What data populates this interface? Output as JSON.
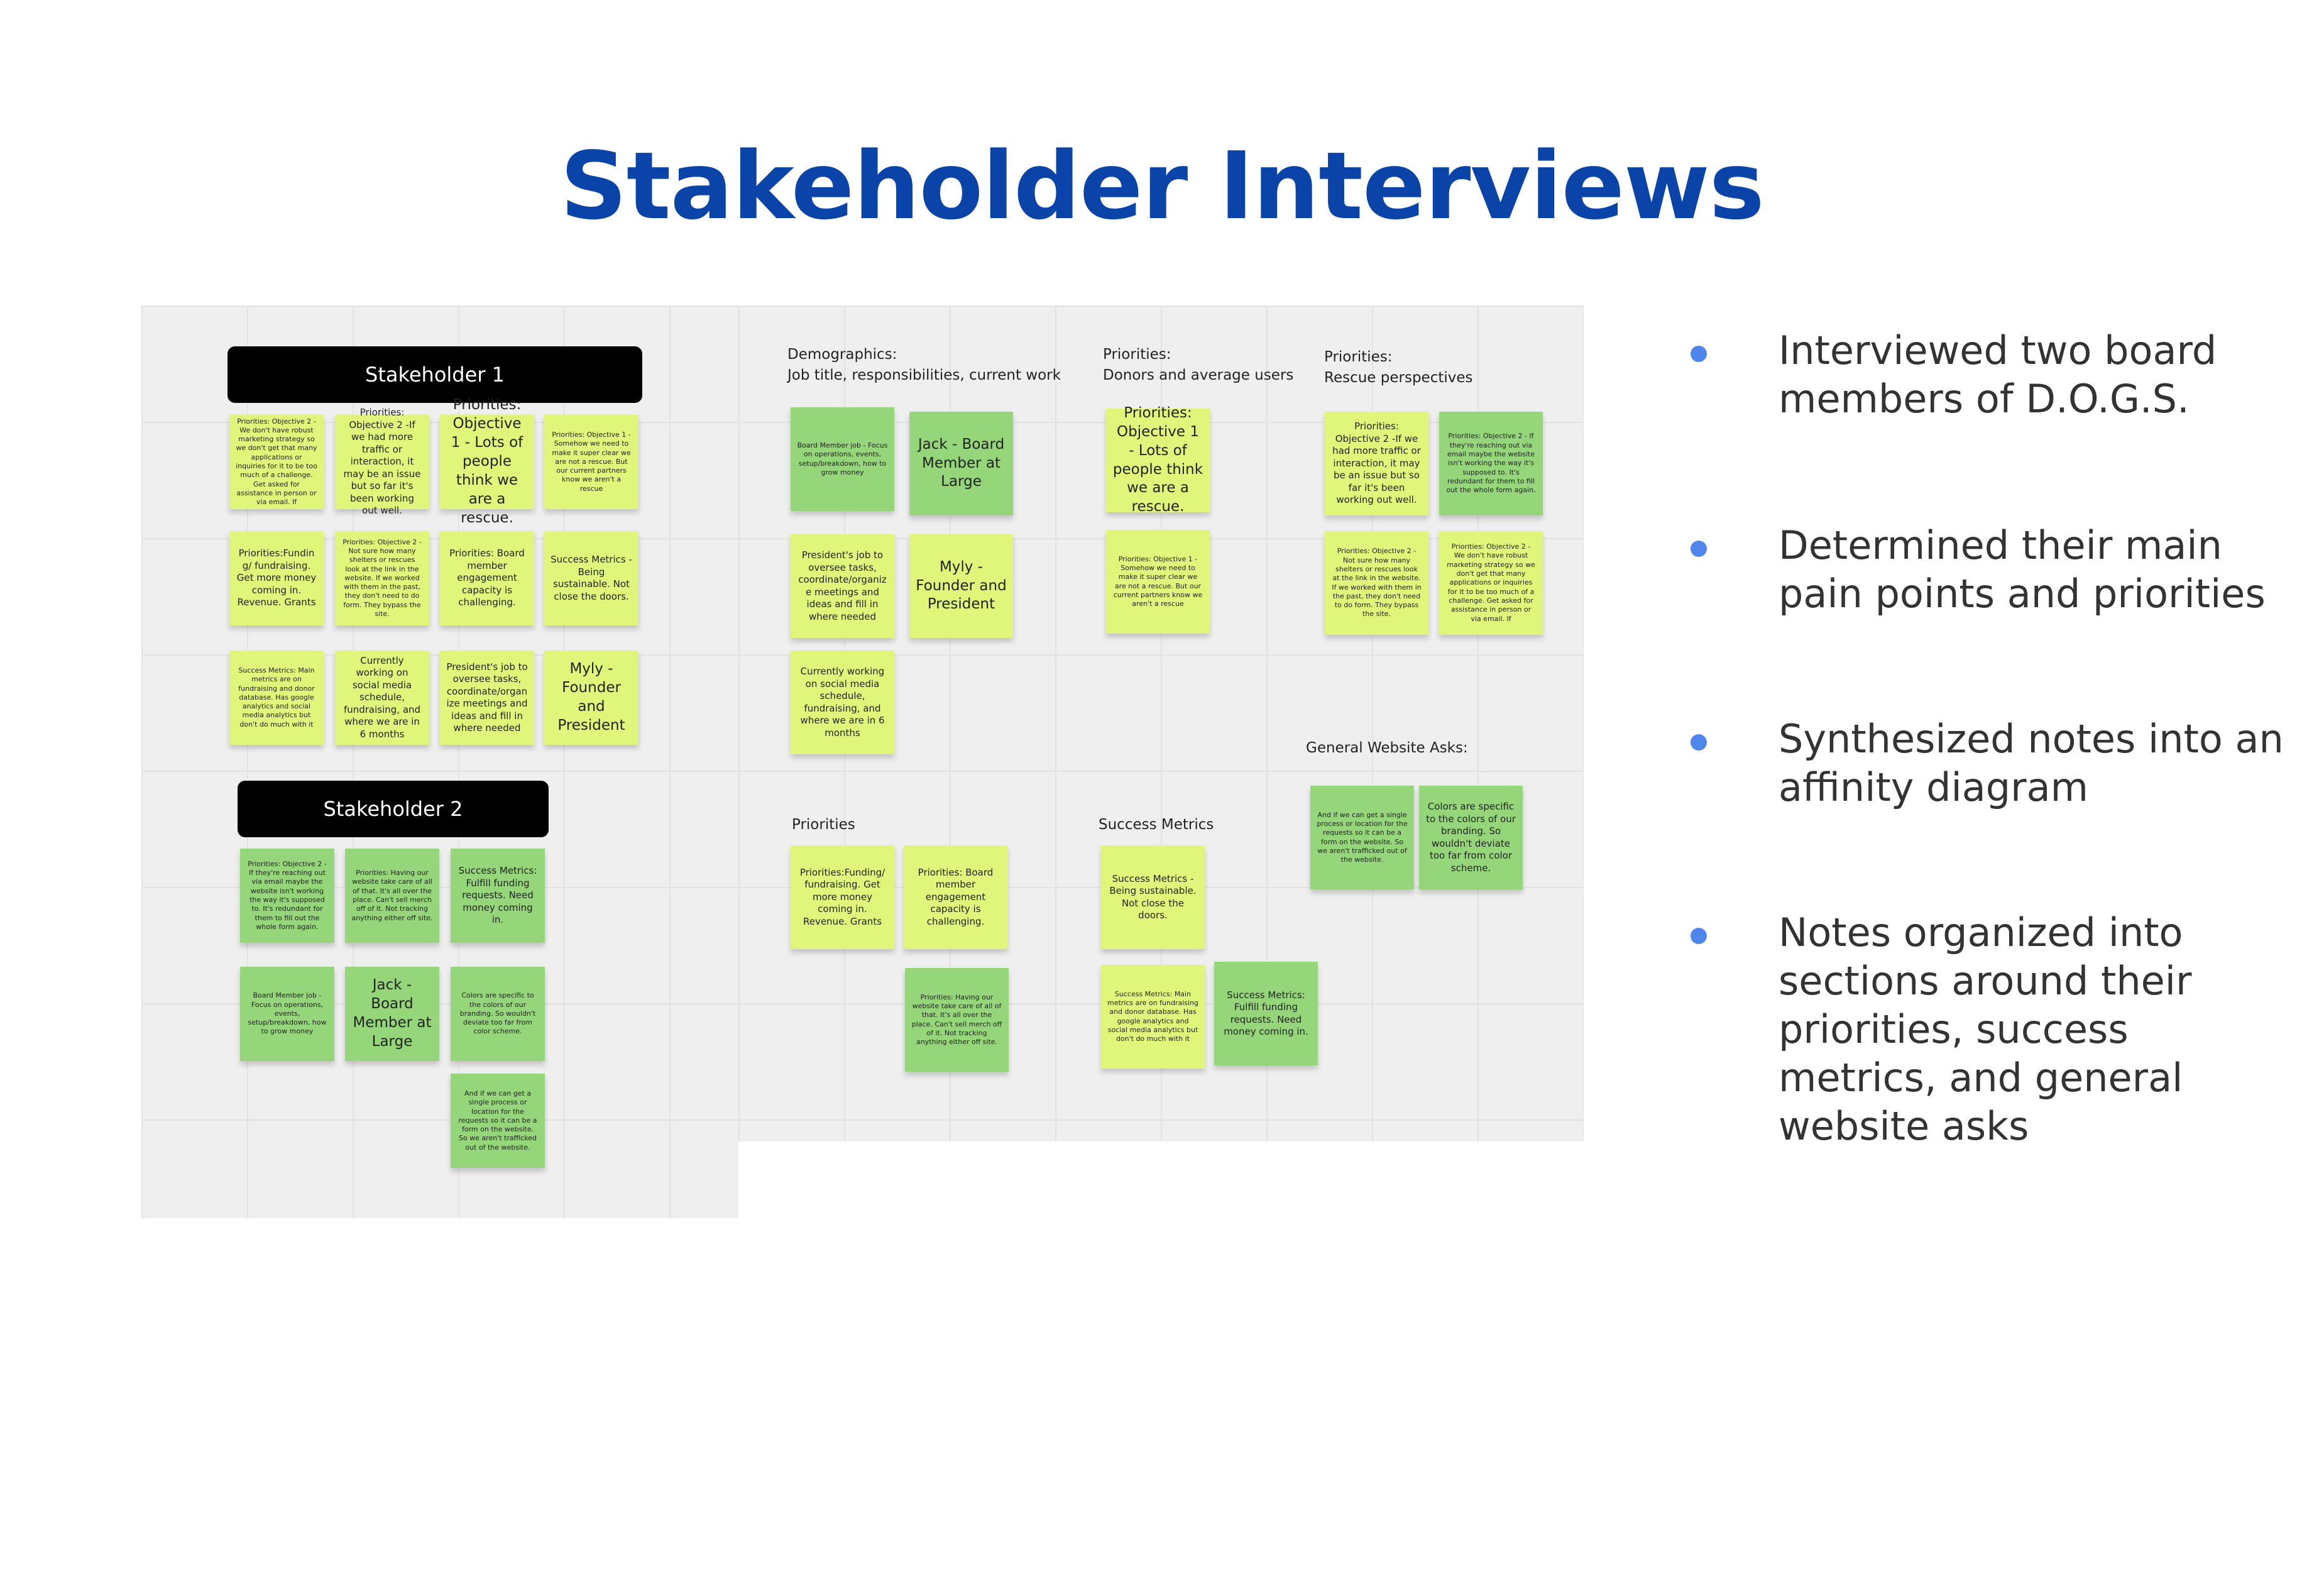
{
  "slide": {
    "title": "Stakeholder Interviews"
  },
  "board": {
    "headers": {
      "stakeholder1": "Stakeholder 1",
      "stakeholder2": "Stakeholder 2"
    },
    "section_labels": {
      "demographics": "Demographics:\nJob title, responsibilities, current work",
      "priorities_donors": "Priorities:\nDonors and average users",
      "priorities_rescue": "Priorities:\nRescue perspectives",
      "general_asks": "General Website Asks:",
      "priorities": "Priorities",
      "success_metrics": "Success Metrics"
    },
    "notes": {
      "n1": "Priorities: Objective 2 - We don't have robust marketing strategy so we don't get that many applications or inquiries for it to be too much of a challenge. Get asked for assistance in person or via email. If",
      "n2": "Priorities: Objective 2 -If we had more traffic or interaction, it may be an issue but so far it's been working out well.",
      "n3": "Priorities: Objective 1 - Lots of people think we are a rescue.",
      "n4": "Priorities: Objective 1 - Somehow we need to make it super clear we are not a rescue. But our current partners know we aren't a rescue",
      "n5": "Priorities:Funding/ fundraising. Get more money coming in. Revenue. Grants",
      "n6": "Priorities: Objective 2 - Not sure how many shelters or rescues look at the link in the website. If we worked with them in the past, they don't need to do form. They bypass the site.",
      "n7": "Priorities: Board member engagement capacity is challenging.",
      "n8": "Success Metrics - Being sustainable. Not close the doors.",
      "n9": "Success Metrics: Main metrics are on fundraising and donor database. Has google analytics and social media analytics but don't do much with it",
      "n10": "Currently working on social media schedule, fundraising, and where we are in 6 months",
      "n11": "President's job to oversee tasks, coordinate/organize meetings and ideas and fill in where needed",
      "n12": "Myly - Founder and President",
      "n13": "Priorities: Objective 2 - If they're reaching out via email maybe the website isn't working the way it's supposed to. It's redundant for them to fill out the whole form again.",
      "n14": "Priorities: Having our website take care of all of that. It's all over the place. Can't sell merch off of it. Not tracking anything either off site.",
      "n15": "Success Metrics: Fulfill funding requests. Need money coming in.",
      "n16": "Board Member job - Focus on operations, events, setup/breakdown, how to grow money",
      "n17": "Jack - Board Member at Large",
      "n18": "Colors are specific to the colors of our branding. So wouldn't deviate too far from color scheme.",
      "n19": "And if we can get a single process or location for the requests so it can be a form on the website. So we aren't trafficked out of the website.",
      "n20": "Board Member job - Focus on operations, events, setup/breakdown, how to grow money",
      "n21": "Jack - Board Member at Large",
      "n22": "Priorities: Objective 1 - Lots of people think we are a rescue.",
      "n23": "Priorities: Objective 2 -If we had more traffic or interaction, it may be an issue but so far it's been working out well.",
      "n24": "Priorities: Objective 2 - If they're reaching out via email maybe the website isn't working the way it's supposed to. It's redundant for them to fill out the whole form again.",
      "n25": "President's job to oversee tasks, coordinate/organize meetings and ideas and fill in where needed",
      "n26": "Myly - Founder and President",
      "n27": "Priorities: Objective 1 - Somehow we need to make it super clear we are not a rescue. But our current partners know we aren't a rescue",
      "n28": "Priorities: Objective 2 - Not sure how many shelters or rescues look at the link in the website. If we worked with them in the past, they don't need to do form. They bypass the site.",
      "n29": "Priorities: Objective 2 - We don't have robust marketing strategy so we don't get that many applications or inquiries for it to be too much of a challenge. Get asked for assistance in person or via email. If",
      "n30": "Currently working on social media schedule, fundraising, and where we are in 6 months",
      "n31": "And if we can get a single process or location for the requests so it can be a form on the website. So we aren't trafficked out of the website.",
      "n32": "Colors are specific to the colors of our branding. So wouldn't deviate too far from color scheme.",
      "n33": "Priorities:Funding/ fundraising. Get more money coming in. Revenue. Grants",
      "n34": "Priorities: Board member engagement capacity is challenging.",
      "n35": "Success Metrics - Being sustainable. Not close the doors.",
      "n36": "Priorities: Having our website take care of all of that. It's all over the place. Can't sell merch off of it. Not tracking anything either off site.",
      "n37": "Success Metrics: Main metrics are on fundraising and donor database. Has google analytics and social media analytics but don't do much with it",
      "n38": "Success Metrics: Fulfill funding requests. Need money coming in."
    }
  },
  "bullets": [
    "Interviewed two board members of D.O.G.S.",
    "Determined their main pain points and priorities",
    "Synthesized notes into an affinity diagram",
    "Notes organized into sections around their priorities, success metrics, and general website asks"
  ],
  "colors": {
    "title": "#0b44a8",
    "bullet_dot": "#4f86ec",
    "note_lime": "#dff67a",
    "note_green": "#95d67a"
  }
}
